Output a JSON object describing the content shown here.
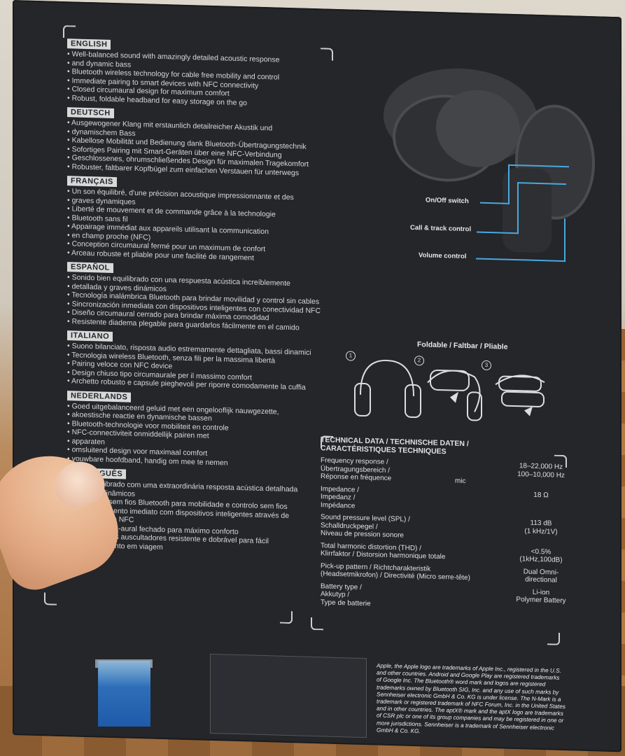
{
  "languages": [
    {
      "title": "ENGLISH",
      "lines": [
        "Well-balanced sound with amazingly detailed acoustic response",
        "and dynamic bass",
        "Bluetooth wireless technology for cable free mobility and control",
        "Immediate pairing to smart devices with NFC connectivity",
        "Closed circumaural  design for maximum comfort",
        "Robust, foldable headband for easy storage on the go"
      ]
    },
    {
      "title": "DEUTSCH",
      "lines": [
        "Ausgewogener Klang mit erstaunlich detailreicher Akustik und",
        "dynamischem Bass",
        "Kabellose Mobilität und Bedienung dank Bluetooth-Übertragungstechnik",
        "Sofortiges Pairing mit Smart-Geräten über eine NFC-Verbindung",
        "Geschlossenes, ohrumschließendes Design für maximalen Tragekomfort",
        "Robuster, faltbarer Kopfbügel zum einfachen Verstauen für unterwegs"
      ]
    },
    {
      "title": "FRANÇAIS",
      "lines": [
        "Un son équilibré, d'une précision acoustique impressionnante et des",
        "graves dynamiques",
        "Liberté de mouvement et de commande grâce à la technologie",
        "Bluetooth sans fil",
        "Appairage immédiat aux appareils utilisant la communication",
        "en champ proche (NFC)",
        "Conception circumaural fermé pour un maximum de confort",
        "Arceau robuste et pliable pour une facilité de rangement"
      ]
    },
    {
      "title": "ESPAÑOL",
      "lines": [
        "Sonido bien equilibrado con una respuesta acústica increíblemente",
        "detallada y graves dinámicos",
        "Tecnología inalámbrica Bluetooth para brindar movilidad y control sin cables",
        "Sincronización inmediata con dispositivos inteligentes con conectividad NFC",
        "Diseño circumaural cerrado para brindar máxima comodidad",
        "Resistente diadema plegable para guardarlos fácilmente en el camido"
      ]
    },
    {
      "title": "ITALIANO",
      "lines": [
        "Suono bilanciato, risposta audio estremamente dettagliata, bassi dinamici",
        "Tecnologia wireless Bluetooth, senza fili per la massima libertà",
        "Pairing veloce con NFC device",
        "Design chiuso tipo circumaurale per il massimo comfort",
        "Archetto robusto e capsule pieghevoli per riporre comodamente la cuffia"
      ]
    },
    {
      "title": "NEDERLANDS",
      "lines": [
        "Goed uitgebalanceerd geluid met een ongelooflijk nauwgezette,",
        "akoestische reactie en dynamische bassen",
        "Bluetooth-technologie voor mobiliteit en controle",
        "NFC-connectiviteit onmiddellijk pairen met",
        "apparaten",
        "omsluitend design voor maximaal comfort",
        "vouwbare hoofdband, handig om mee te nemen"
      ]
    },
    {
      "title": "PORTUGUÊS",
      "lines": [
        "Som equilibrado com uma extraordinária resposta acústica detalhada",
        "e graves dinâmicos",
        "Tecnologia sem fios Bluetooth para mobilidade e controlo sem fios",
        "Emparelhamento imediato com dispositivos inteligentes através de",
        "conectividade NFC",
        "Design circum-aural fechado para máximo conforto",
        "Bandolete dos auscultadores resistente e dobrável para fácil",
        "armazenamento em viagem"
      ]
    }
  ],
  "callouts": {
    "on_off": "On/Off switch",
    "call_track": "Call & track control",
    "volume": "Volume control"
  },
  "foldable": "Foldable / Faltbar / Pliable",
  "steps": [
    "1",
    "2",
    "3"
  ],
  "tech": {
    "title": "TECHNICAL DATA / TECHNISCHE DATEN /\nCARACTÉRISTIQUES TECHNIQUES",
    "rows": [
      {
        "label": "Frequency response /\nÜbertragungsbereich /\nRéponse en fréquence",
        "mid": "mic",
        "value": "18–22,000 Hz\n100–10,000 Hz"
      },
      {
        "label": "Impedance /\nImpedanz /\nImpédance",
        "mid": "",
        "value": "18 Ω"
      },
      {
        "label": "Sound pressure level (SPL) /\nSchalldruckpegel /\nNiveau de pression sonore",
        "mid": "",
        "value": "113 dB\n(1 kHz/1V)"
      },
      {
        "label": "Total harmonic distortion (THD) /\nKlirrfaktor / Distorsion harmonique totale",
        "mid": "",
        "value": "<0.5%\n(1kHz,100dB)"
      },
      {
        "label": "Pick-up pattern / Richtcharakteristik\n(Headsetmikrofon) / Directivité (Micro serre-tête)",
        "mid": "",
        "value": "Dual Omni-\ndirectional"
      },
      {
        "label": "Battery type /\nAkkutyp /\nType de batterie",
        "mid": "",
        "value": "Li-ion\nPolymer Battery"
      }
    ]
  },
  "legal": "Apple, the Apple logo are trademarks of Apple Inc., registered in the U.S. and other countries. Android and Google Play are registered trademarks of Google Inc. The Bluetooth® word mark and logos are registered trademarks owned by Bluetooth SIG, Inc. and any use of such marks by Sennheiser electronic GmbH & Co. KG is under license. The N-Mark is a trademark or registered trademark of NFC Forum, Inc. in the United States and in other countries. The aptX® mark and the aptX logo are trademarks of CSR plc or one of its group companies and may be registered in one or more jurisdictions. Sennheiser is a trademark of Sennheiser electronic GmbH & Co. KG."
}
